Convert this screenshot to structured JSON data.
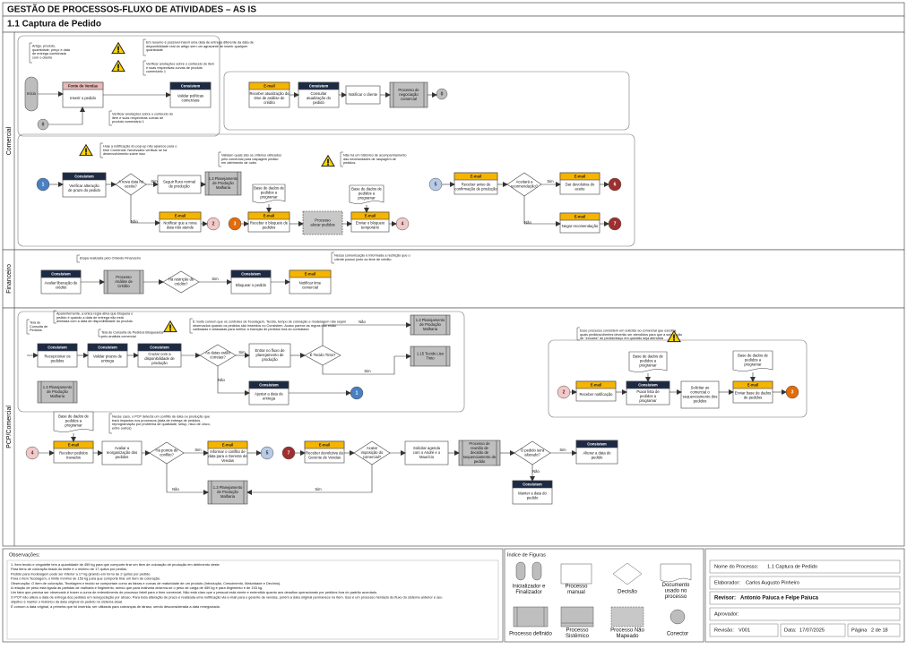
{
  "page": {
    "title": "GESTÃO DE PROCESSOS-FLUXO DE ATIVIDADES – AS IS",
    "subtitle": "1.1 Captura de Pedido"
  },
  "lanes": [
    "Comercial",
    "Financeiro",
    "PCP/Comercial"
  ],
  "badges": {
    "e": "E-mail",
    "c": "Consistem",
    "f": "Fonte de Vendas"
  },
  "dec": {
    "sim": "Sim",
    "nao": "Não"
  },
  "nodes": {
    "inicio": "Início",
    "inserir": [
      "Inserir o pedido"
    ],
    "validar_pol": [
      "Validar políticas",
      "comerciais"
    ],
    "receber_atual": [
      "Receber atualização do",
      "time de análise de",
      "crédito"
    ],
    "consultar_atual": [
      "Consultar",
      "atualização do",
      "pedido"
    ],
    "notificar_cli": [
      "Notificar o cliente"
    ],
    "proc_negoc": [
      "Processo de",
      "negociação",
      "comercial"
    ],
    "verificar_alt": [
      "Verificar alteração",
      "de prazo do pedido"
    ],
    "d_nova_data": [
      "A nova data foi",
      "aceita?"
    ],
    "seguir_fluxo": [
      "Seguir fluxo normal",
      "de produção"
    ],
    "pm13a": [
      "1.3 Planejamento",
      "de Produção",
      "Malharia"
    ],
    "notificar_nova": [
      "Notificar que a nova",
      "data não atende"
    ],
    "bd1": [
      "Base de dados de",
      "pedidos a",
      "programar"
    ],
    "receber_bloq": [
      "Receber o bloqueio de",
      "pedidos"
    ],
    "proc_alocar": [
      "Processo",
      "alocar pedidos"
    ],
    "bd2": [
      "Base de dados de",
      "pedidos a",
      "programar"
    ],
    "enviar_bloq": [
      "Enviar o bloqueio",
      "temporário"
    ],
    "receber_aviso": [
      "Receber aviso de",
      "confirmação de produção"
    ],
    "d_aceitar_rec": [
      "Aceitará a",
      "recomendação?"
    ],
    "dar_devol": [
      "Dar devolutiva do",
      "aceite"
    ],
    "negar_rec": [
      "Negar recomendação"
    ],
    "avaliar_lib": [
      "Avaliar liberação de",
      "crédito"
    ],
    "proc_analise": [
      "Processo",
      "Análise de",
      "Crédito"
    ],
    "d_restricao": [
      "Há restrição de",
      "crédito?"
    ],
    "bloquear": [
      "Bloquear o pedido"
    ],
    "notificar_time": [
      "Notificar time",
      "comercial"
    ],
    "tela_consulta": [
      "Tela de",
      "Consulta de",
      "Pedidos"
    ],
    "recepcionar": [
      "Recepcionar os",
      "pedidos"
    ],
    "validar_prazo": [
      "Validar prazos de",
      "entrega"
    ],
    "cruzar": [
      "Cruzar com a",
      "disponibilidade de",
      "produção"
    ],
    "d_datas": [
      "As datas estão",
      "corretas?"
    ],
    "entrar_fluxo": [
      "Entrar no fluxo de",
      "planejamento de",
      "produção"
    ],
    "d_tecido": [
      "É Tecido Tinto?"
    ],
    "pm13b": [
      "1.3 Planejamento",
      "de Produção",
      "Malharia"
    ],
    "tec_tinto": [
      "1.15 Tecido Liso",
      "Tinto"
    ],
    "pm13c": [
      "1.3 Planejamento",
      "de Produção",
      "Malharia"
    ],
    "ajustar": [
      "Ajustar a data de",
      "entrega"
    ],
    "receber_notif": [
      "Receber notificação"
    ],
    "bd3": [
      "Base de dados de",
      "pedidos a",
      "programar"
    ],
    "puxar": [
      "Puxar lista de",
      "pedidos a",
      "programar"
    ],
    "solicitar_seq": [
      "Solicitar ao",
      "comercial o",
      "sequenciamento dos",
      "pedidos"
    ],
    "bd4": [
      "Base de dados de",
      "pedidos a",
      "programar"
    ],
    "enviar_base": [
      "Enviar base de dados",
      "de pedidos"
    ],
    "bd5": [
      "Base de dados de",
      "pedidos a",
      "programar"
    ],
    "receber_ped": [
      "Receber pedidos",
      "travados"
    ],
    "avaliar_reorg": [
      "Avaliar a",
      "reorganização dos",
      "pedidos"
    ],
    "d_conflito": [
      "Há pontos de",
      "conflito?"
    ],
    "informar": [
      "Informar o conflito de",
      "data para a Gerente de",
      "Vendas"
    ],
    "receber_devol": [
      "Receber devolutiva da",
      "Gerente de Vendas"
    ],
    "d_imposicao": [
      "Acatar",
      "imposição do",
      "comercial?"
    ],
    "solicitar_agenda": [
      "Solicitar agenda",
      "com o André e o",
      "Maurício"
    ],
    "proc_reunião": [
      "Processo de",
      "reunião de",
      "decisão de",
      "sequenciamento de",
      "pedido"
    ],
    "d_alterado": [
      "O pedido será",
      "alterado?"
    ],
    "alterar_data": [
      "Alterar a data do",
      "pedido"
    ],
    "manter": [
      "Manter a data do",
      "pedido"
    ],
    "pm13d": [
      "1.3 Planejamento",
      "de Produção",
      "Malharia"
    ]
  },
  "connectors": [
    "1",
    "2",
    "3",
    "4",
    "5",
    "6",
    "7"
  ],
  "notes": {
    "n_artigo": [
      "Artigo, produto,",
      "quantidade, preço e data",
      "de entrega combinada",
      "com o cliente"
    ],
    "n_w1": [
      "Em resumo é possível inserir uma data de entrega diferente da data de",
      "disponibilidade real do artigo sem um agravante de inserir qualquer",
      "quantidade"
    ],
    "n_w2": [
      "Verificar anotações sobre o conteúdo do item",
      "e suas respectivas curvas de produto",
      "comentário 1"
    ],
    "n_verif": [
      "Verificar anotações sobre o conteúdo do",
      "item e suas respectivas curvas de",
      "produto comentário 1"
    ],
    "n_hoje": [
      "Hoje a notificação do pop-up não aparece para o",
      "time Comercial. Necessário verificar se há",
      "desenvolvimento sobre isso"
    ],
    "n_criterios": [
      "Validam quais são os critérios utilizados",
      "pelo comercial para raspagem pedido",
      "em detrimento de outro"
    ],
    "n_historico": [
      "Não há um histórico de acompanhamento",
      "das necessidades de raspagem de",
      "pedidos."
    ],
    "n_etapa": [
      "Etapa realizada pelo Orlando Financeiro"
    ],
    "n_comunic": [
      "Nessa comunicação é informada a restrição que o",
      "cliente possui junto ao time de crédito"
    ],
    "n_aparente": [
      "Aparentemente, a única regra ativa que bloqueia o",
      "pedido é quando a data de entrega não está",
      "alinhada com a data de disponibilidade do produto"
    ],
    "n_tela": [
      "Tela de Consulta de Pedidos Bloqueados",
      "pelo analista comercial"
    ],
    "n_muito": [
      "É muito comum que os controles de Tecelagem, Tecido, tempo de coloração e modelagem não sejam",
      "observados quando os pedidos são inseridos no Consistem. Acaso parece as regras não estão",
      "calibradas e atrasadas para melhor a inserção de pedidos fora do contratado"
    ],
    "n_esse": [
      "Esse processo consistem em solicitar ao comercial que escolha",
      "quais pedidos/clientes deverão ser atendidos para que a solicitação",
      "de \"encaixe\" de pedido/traço em questão seja atendida"
    ],
    "n_caso": [
      "Nesse caso, o PCP detecta um conflito de data ou produção que",
      "trará impactos nos processos (data de entrega de pedidos,",
      "reprogramação por problema de qualidade, setup, risco de cinco,",
      "entre outros)"
    ]
  },
  "obs": {
    "title": "Observações:",
    "lines": [
      "1. Item tecido e cingulette tem a quantidade de 459 kg para que comporte tirar um item de coloração de produção em detrimento deste.",
      "Para itens de coloração tirada do limite é o mínimo de 17 quilos por pedido.",
      "Pedido para modelagem pode ser inferior a 17 kg girando em torno de 2 quilos por pedido.",
      "Para o item Tecelagem, o limite mínimo de 153 kg para que comporte tirar um item de coloração.",
      "Observação: O item de coloração, Tecelagem e tecido se comportam como as faixas e curvas de maturidade de um produto (Introdução, Crescimento, Maturidade e Declínio).",
      "A relação de peso está ligada às partidas de malharia e tingimento, sendo que para malharia observa-se o peso de carga de 459 kg e para tingimento é de 153 kg.",
      "Um fator que precisa ser observado é trazer a curva de entendimento de processo fabril para o time comercial. Não está claro que o pessoal está ciente e entendido quanto aos desafios operacionais por pedidos fora do padrão acordado.",
      "O PCP não altera a data de entrega dos pedidos em renegociação por atraso. Para toda alteração de prazo é realizada uma notificação via e-mail para o gerente de vendas, porém a data original permanece no item. Isso é um processo herdado do fluxo do sistema anterior e seu",
      "objetivo é manter o histórico da data original do pedido no sistema atual.",
      "É comum a data original, a primeira que foi inserida, ser utilizada para cobranças de atraso, sendo desconsiderada a data renegociada."
    ]
  },
  "legend": {
    "title": "Índice de Figuras",
    "items": [
      "Inicializador e Finalizador",
      "Processo manual",
      "Decisão",
      "Documento usado no processo",
      "Processo definido",
      "Processo Sistêmico",
      "Processo Não Mapeado",
      "Conector"
    ]
  },
  "info": {
    "nome_label": "Nome do Processo:",
    "nome_value": "1.1 Captura de Pedido",
    "elaborador_label": "Elaborador:",
    "elaborador_value": "Carlos Augusto Pinheiro",
    "revisor_label": "Revisor:",
    "revisor_value": "Antonio Paiuca e Felpe Paiuca",
    "aprovador_label": "Aprovador:",
    "revisao_label": "Revisão:",
    "revisao_value": "V001",
    "data_label": "Data:",
    "data_value": "17/07/2025",
    "pagina_label": "Página",
    "pagina_value": "2 de 18"
  },
  "colors": {
    "header_dark": "#1d2a44",
    "email": "#f5b400",
    "fonte": "#e6b9b8",
    "defined": "#bfbfbf",
    "connector_blue": "#4a7fc1",
    "connector_lightblue": "#b7cbe8",
    "connector_orange": "#e46c0a",
    "connector_darkred": "#9e2f2f",
    "connector_pink": "#f2c8c8",
    "connector_grey": "#bdbdbd",
    "warning": "#ffd400"
  }
}
